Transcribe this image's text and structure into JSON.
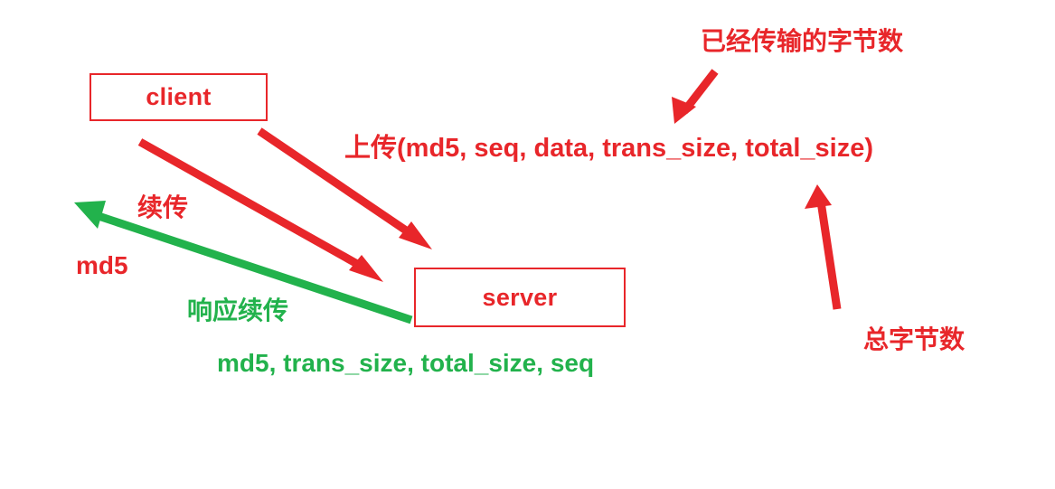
{
  "diagram": {
    "title": "breakpoint-resume-upload-protocol",
    "colors": {
      "red": "#e8262a",
      "green": "#22b24c",
      "background": "#ffffff"
    },
    "nodes": [
      {
        "id": "client",
        "label": "client"
      },
      {
        "id": "server",
        "label": "server"
      }
    ],
    "labels": {
      "upload_request": "上传(md5, seq, data, trans_size, total_size)",
      "transferred_bytes_note": "已经传输的字节数",
      "total_bytes_note": "总字节数",
      "resume_request": "续传",
      "resume_request_params": "md5",
      "resume_response": "响应续传",
      "resume_response_params": "md5, trans_size, total_size, seq"
    },
    "arrows": [
      {
        "id": "resume-request-arrow",
        "color": "#e8262a",
        "from": "client",
        "to": "server",
        "direction": "down-right"
      },
      {
        "id": "upload-request-arrow",
        "color": "#e8262a",
        "from": "client",
        "to": "server",
        "direction": "down-right"
      },
      {
        "id": "resume-response-arrow",
        "color": "#22b24c",
        "from": "server",
        "to": "client",
        "direction": "up-left"
      },
      {
        "id": "transferred-bytes-pointer",
        "color": "#e8262a",
        "direction": "down-left"
      },
      {
        "id": "total-bytes-pointer",
        "color": "#e8262a",
        "direction": "up"
      }
    ]
  }
}
